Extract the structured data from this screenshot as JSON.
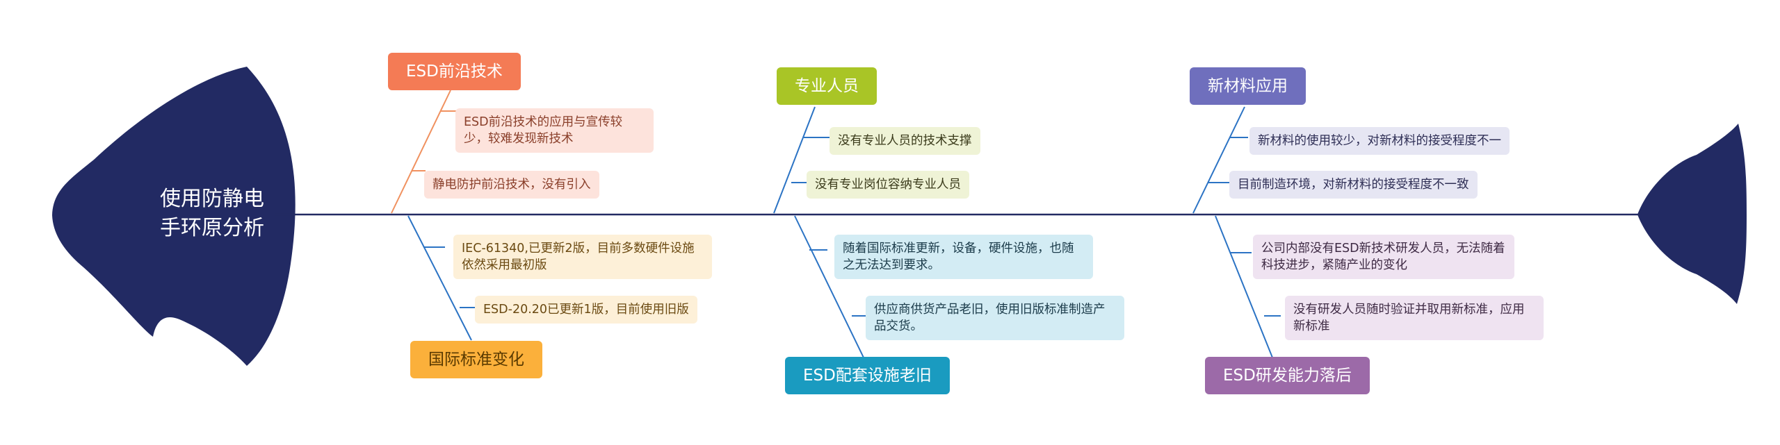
{
  "head": {
    "title_line1": "使用防静电",
    "title_line2": "手环原分析",
    "color": "#222a63"
  },
  "spine_color": "#222a63",
  "categories": [
    {
      "label": "ESD前沿技术",
      "bg": "#f47b55",
      "fg": "#ffffff",
      "line": "#f0915f",
      "items": [
        {
          "text": "ESD前沿技术的应用与宣传较少，较难发现新技术",
          "bg": "#fde3dc",
          "fg": "#8a3f2a"
        },
        {
          "text": "静电防护前沿技术，没有引入",
          "bg": "#fde3dc",
          "fg": "#8a3f2a"
        }
      ]
    },
    {
      "label": "专业人员",
      "bg": "#a9c526",
      "fg": "#ffffff",
      "line": "#2b73c4",
      "items": [
        {
          "text": "没有专业人员的技术支撑",
          "bg": "#eff3d6",
          "fg": "#3a3a1a"
        },
        {
          "text": "没有专业岗位容纳专业人员",
          "bg": "#eff3d6",
          "fg": "#3a3a1a"
        }
      ]
    },
    {
      "label": "新材料应用",
      "bg": "#6f6fbd",
      "fg": "#ffffff",
      "line": "#2b73c4",
      "items": [
        {
          "text": "新材料的使用较少，对新材料的接受程度不一",
          "bg": "#e6e6f3",
          "fg": "#2e2e55"
        },
        {
          "text": "目前制造环境，对新材料的接受程度不一致",
          "bg": "#e6e6f3",
          "fg": "#2e2e55"
        }
      ]
    },
    {
      "label": "国际标准变化",
      "bg": "#fbb03b",
      "fg": "#5a3a00",
      "line": "#2b73c4",
      "items": [
        {
          "text": "IEC-61340,已更新2版，目前多数硬件设施依然采用最初版",
          "bg": "#fdf0d8",
          "fg": "#6b4a12"
        },
        {
          "text": "ESD-20.20已更新1版，目前使用旧版",
          "bg": "#fdf0d8",
          "fg": "#6b4a12"
        }
      ]
    },
    {
      "label": "ESD配套设施老旧",
      "bg": "#1a9bc0",
      "fg": "#ffffff",
      "line": "#2b73c4",
      "items": [
        {
          "text": "随着国际标准更新，设备，硬件设施，也随之无法达到要求。",
          "bg": "#d3ecf4",
          "fg": "#1b3b4a"
        },
        {
          "text": "供应商供货产品老旧，使用旧版标准制造产品交货。",
          "bg": "#d3ecf4",
          "fg": "#1b3b4a"
        }
      ]
    },
    {
      "label": "ESD研发能力落后",
      "bg": "#9c6aa8",
      "fg": "#ffffff",
      "line": "#2b73c4",
      "items": [
        {
          "text": "公司内部没有ESD新技术研发人员，无法随着科技进步，紧随产业的变化",
          "bg": "#efe3f1",
          "fg": "#3e2a44"
        },
        {
          "text": "没有研发人员随时验证并取用新标准，应用新标准",
          "bg": "#efe3f1",
          "fg": "#3e2a44"
        }
      ]
    }
  ]
}
